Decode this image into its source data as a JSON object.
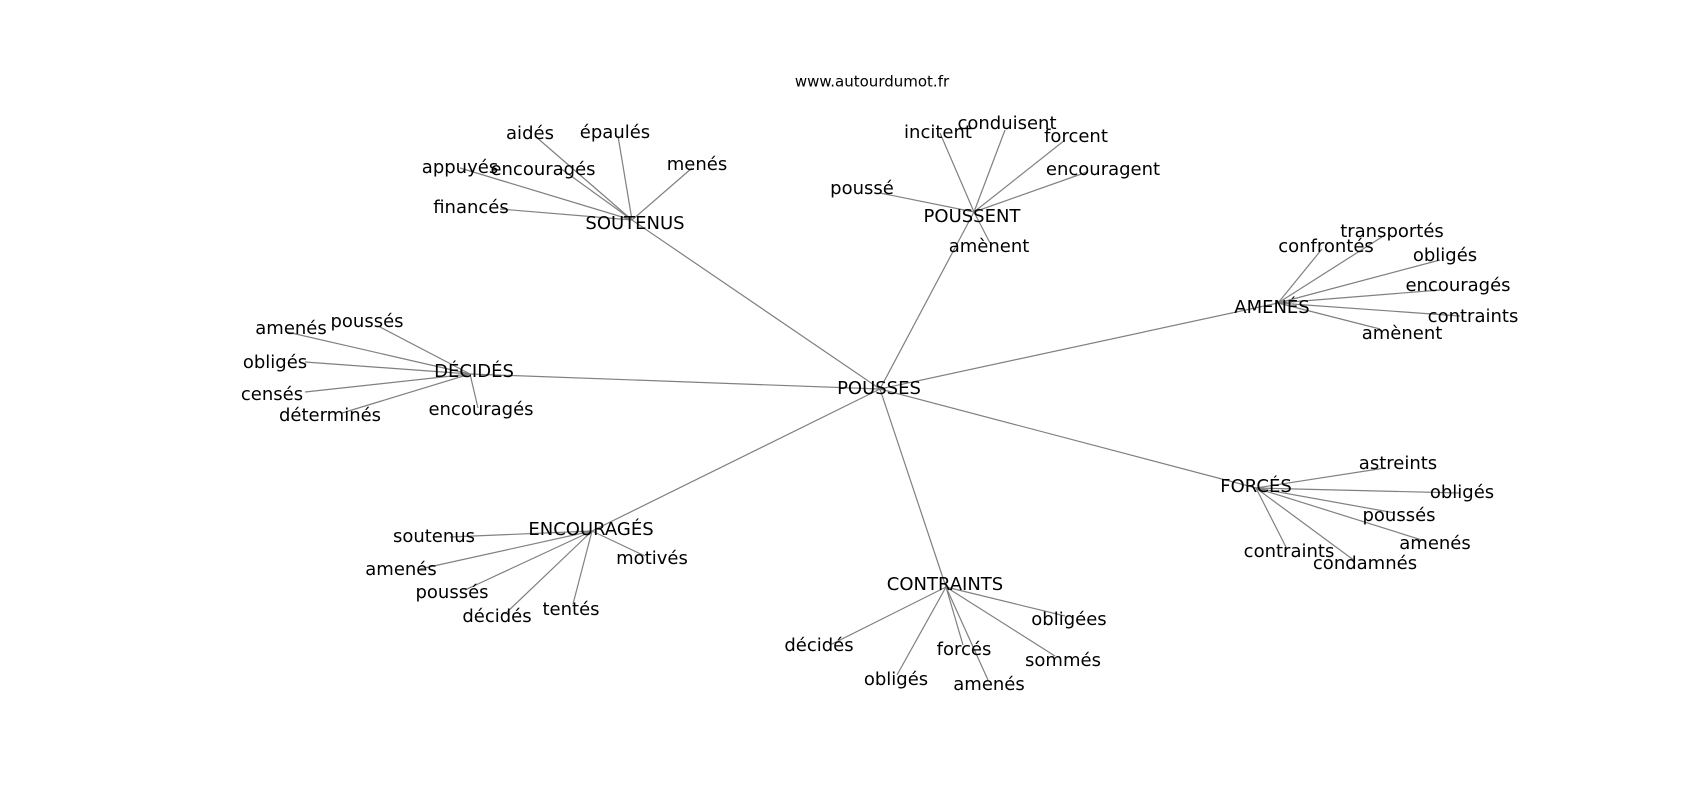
{
  "source": "www.autourdumot.fr",
  "graph": {
    "root": "POUSSES",
    "groups": [
      {
        "hub": "SOUTENUS",
        "leaves": [
          "aidés",
          "épaulés",
          "menés",
          "appuyés",
          "encouragés",
          "financés"
        ]
      },
      {
        "hub": "POUSSENT",
        "leaves": [
          "incitent",
          "conduisent",
          "forcent",
          "encouragent",
          "poussé",
          "amènent"
        ]
      },
      {
        "hub": "AMENÉS",
        "leaves": [
          "transportés",
          "confrontés",
          "obligés",
          "encouragés",
          "contraints",
          "amènent"
        ]
      },
      {
        "hub": "DÉCIDÉS",
        "leaves": [
          "amenés",
          "poussés",
          "obligés",
          "censés",
          "déterminés",
          "encouragés"
        ]
      },
      {
        "hub": "ENCOURAGÉS",
        "leaves": [
          "soutenus",
          "amenés",
          "poussés",
          "décidés",
          "tentés",
          "motivés"
        ]
      },
      {
        "hub": "CONTRAINTS",
        "leaves": [
          "décidés",
          "obligés",
          "forcés",
          "amenés",
          "sommés",
          "obligées"
        ]
      },
      {
        "hub": "FORCÉS",
        "leaves": [
          "astreints",
          "obligés",
          "poussés",
          "amenés",
          "condamnés",
          "contraints"
        ]
      }
    ]
  }
}
